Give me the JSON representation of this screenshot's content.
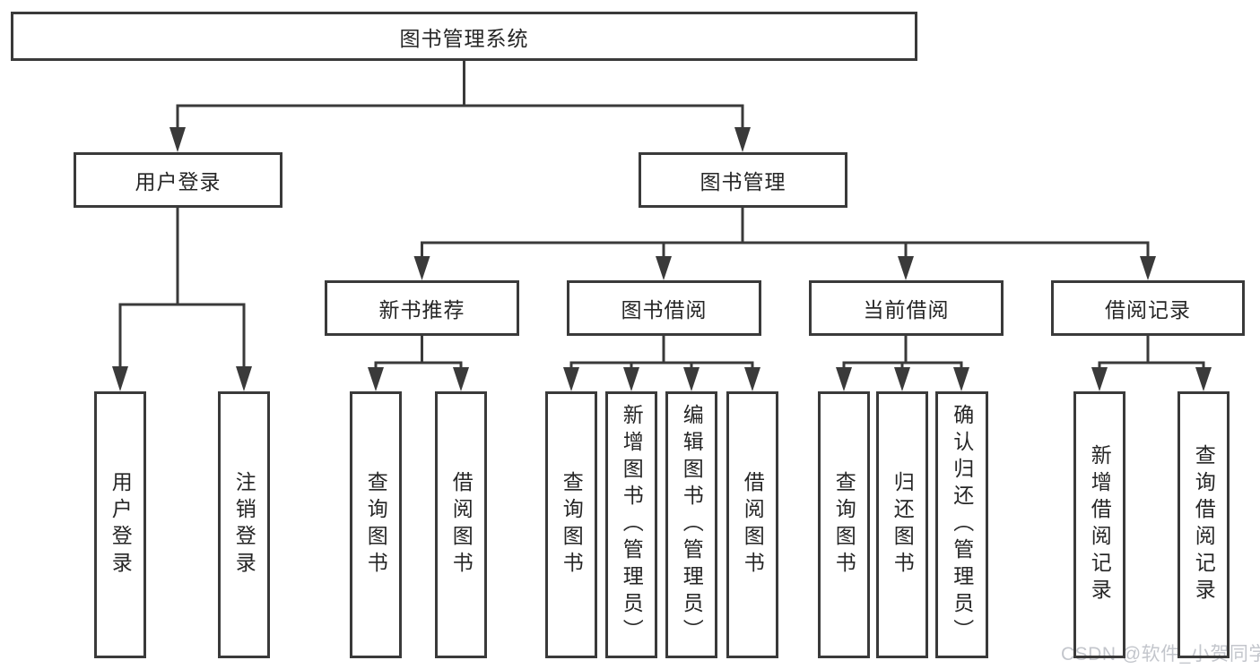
{
  "diagram_title": "图书管理系统",
  "nodes": {
    "root": {
      "label": "图书管理系统"
    },
    "user_login": {
      "label": "用户登录"
    },
    "book_mgmt": {
      "label": "图书管理"
    },
    "new_book_rec": {
      "label": "新书推荐"
    },
    "book_borrow": {
      "label": "图书借阅"
    },
    "current_borrow": {
      "label": "当前借阅"
    },
    "borrow_record": {
      "label": "借阅记录"
    },
    "leaf_user_login": {
      "label": "用户登录"
    },
    "leaf_logout": {
      "label": "注销登录"
    },
    "leaf_query_book_1": {
      "label": "查询图书"
    },
    "leaf_borrow_book_1": {
      "label": "借阅图书"
    },
    "leaf_query_book_2": {
      "label": "查询图书"
    },
    "leaf_add_book": {
      "label": "新增图书（管理员）"
    },
    "leaf_edit_book": {
      "label": "编辑图书（管理员）"
    },
    "leaf_borrow_book_2": {
      "label": "借阅图书"
    },
    "leaf_query_book_3": {
      "label": "查询图书"
    },
    "leaf_return_book": {
      "label": "归还图书"
    },
    "leaf_confirm_return": {
      "label": "确认归还（管理员）"
    },
    "leaf_add_record": {
      "label": "新增借阅记录"
    },
    "leaf_query_record": {
      "label": "查询借阅记录"
    }
  },
  "watermark": {
    "text": "CSDN @软件_小贺同学"
  },
  "colors": {
    "line": "#3a3a3a",
    "box_border": "#3a3a3a",
    "box_background": "#ffffff",
    "text": "#262626",
    "watermark": "#c3c6cc"
  }
}
